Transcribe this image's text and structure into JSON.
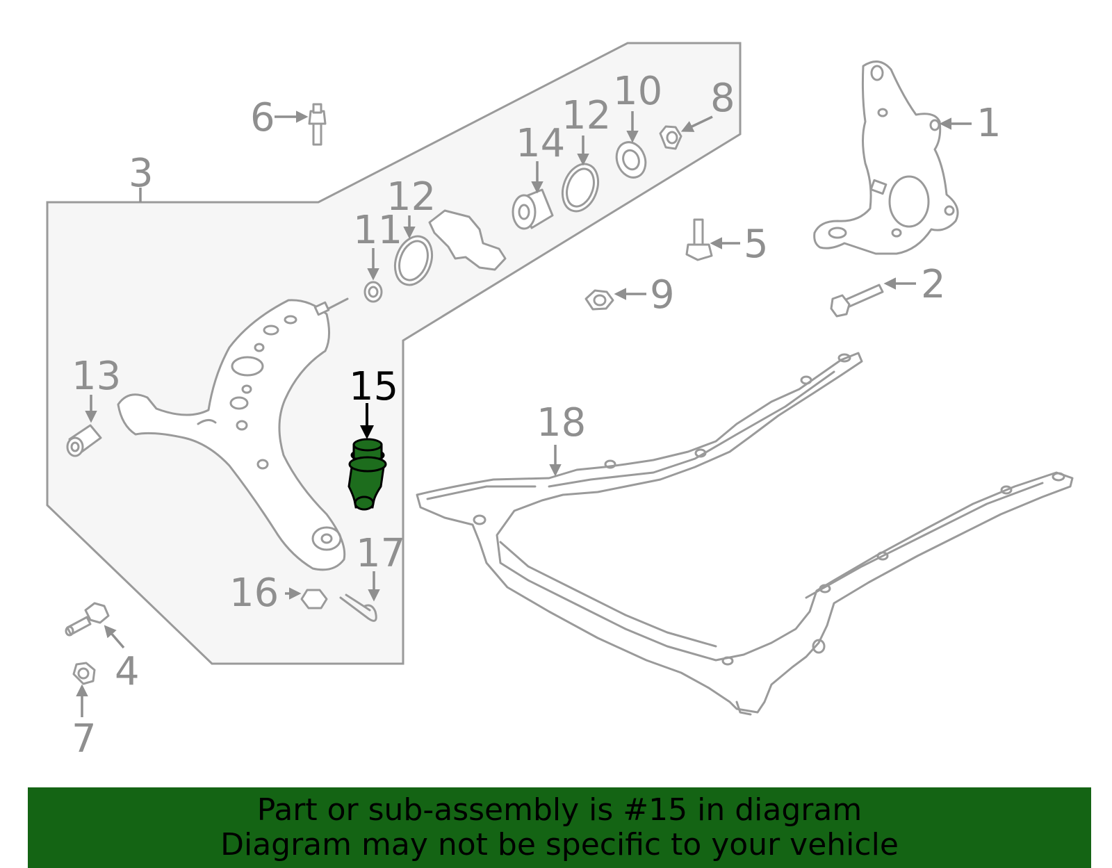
{
  "highlight": {
    "part_number": "15",
    "color": "#1d6d1d"
  },
  "callouts": [
    {
      "id": "1",
      "label": "1"
    },
    {
      "id": "2",
      "label": "2"
    },
    {
      "id": "3",
      "label": "3"
    },
    {
      "id": "4",
      "label": "4"
    },
    {
      "id": "5",
      "label": "5"
    },
    {
      "id": "6",
      "label": "6"
    },
    {
      "id": "7",
      "label": "7"
    },
    {
      "id": "8",
      "label": "8"
    },
    {
      "id": "9",
      "label": "9"
    },
    {
      "id": "10",
      "label": "10"
    },
    {
      "id": "11",
      "label": "11"
    },
    {
      "id": "12a",
      "label": "12"
    },
    {
      "id": "12b",
      "label": "12"
    },
    {
      "id": "13",
      "label": "13"
    },
    {
      "id": "14",
      "label": "14"
    },
    {
      "id": "15",
      "label": "15"
    },
    {
      "id": "16",
      "label": "16"
    },
    {
      "id": "17",
      "label": "17"
    },
    {
      "id": "18",
      "label": "18"
    }
  ],
  "banner": {
    "line1": "Part or sub-assembly is #15 in diagram",
    "line2": "Diagram may not be specific to your vehicle",
    "color": "#146414"
  }
}
